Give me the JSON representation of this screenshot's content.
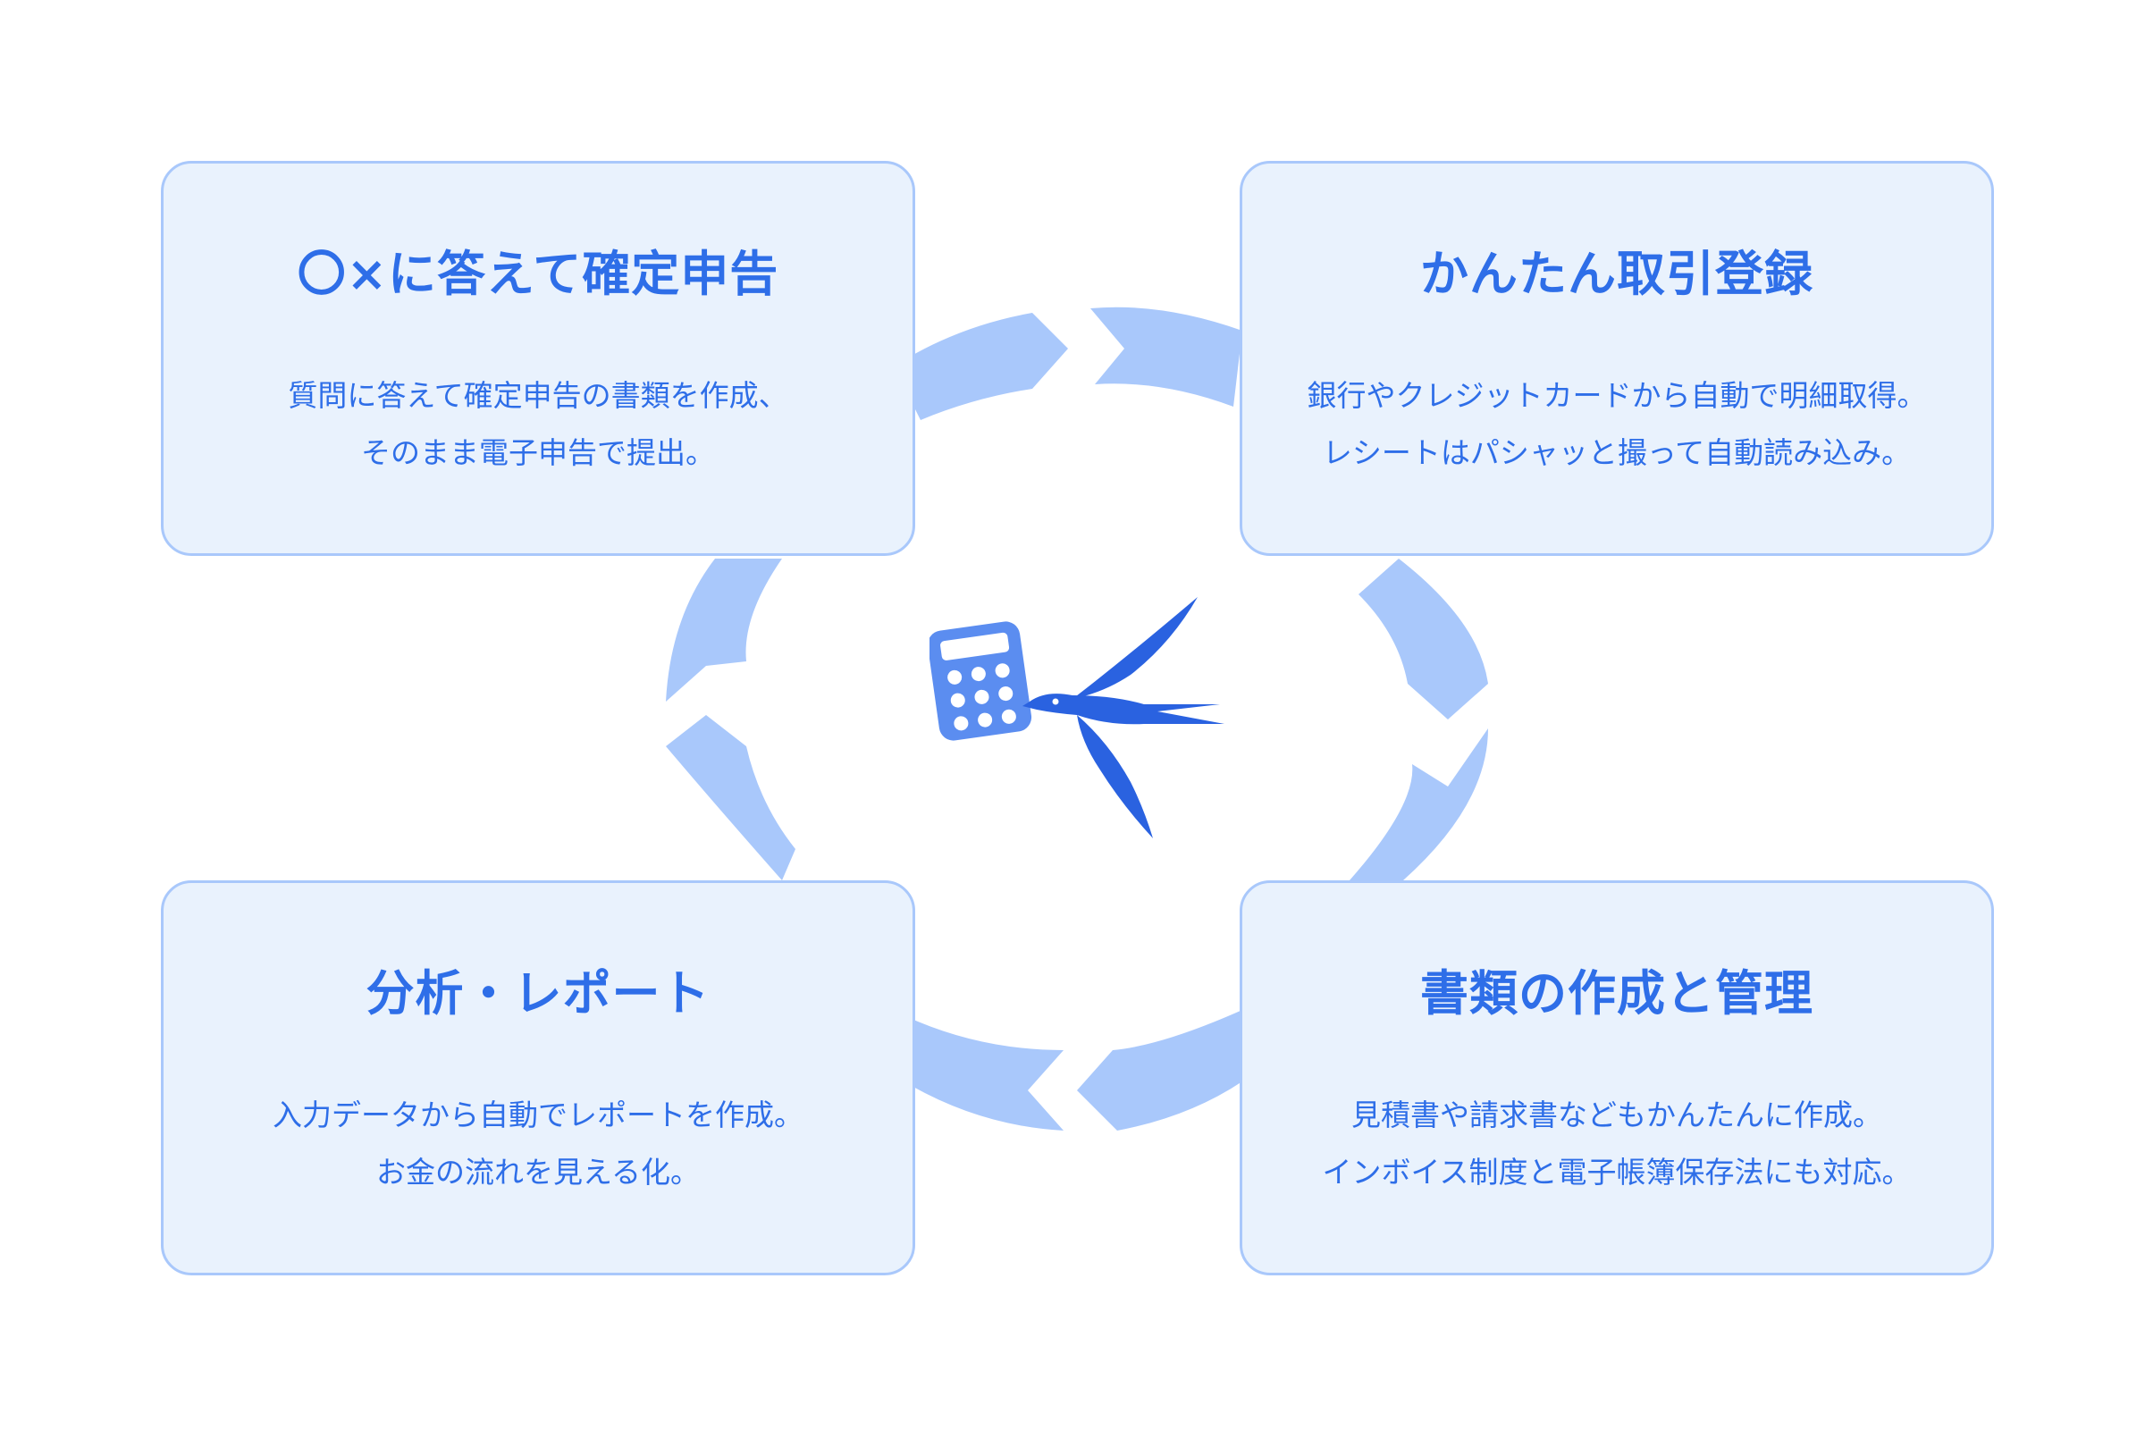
{
  "cards": [
    {
      "title": "〇×に答えて確定申告",
      "line1": "質問に答えて確定申告の書類を作成、",
      "line2": "そのまま電子申告で提出。"
    },
    {
      "title": "かんたん取引登録",
      "line1": "銀行やクレジットカードから自動で明細取得。",
      "line2": "レシートはパシャッと撮って自動読み込み。"
    },
    {
      "title": "分析・レポート",
      "line1": "入力データから自動でレポートを作成。",
      "line2": "お金の流れを見える化。"
    },
    {
      "title": "書類の作成と管理",
      "line1": "見積書や請求書などもかんたんに作成。",
      "line2": "インボイス制度と電子帳簿保存法にも対応。"
    }
  ],
  "colors": {
    "accent": "#2e6ee8",
    "card_background": "#e9f2fd",
    "card_border": "#a9c8fb",
    "cycle_arrow": "#a9c8fb"
  },
  "icons": [
    "cycle-arrows-icon",
    "calculator-icon",
    "swallow-bird-icon"
  ]
}
